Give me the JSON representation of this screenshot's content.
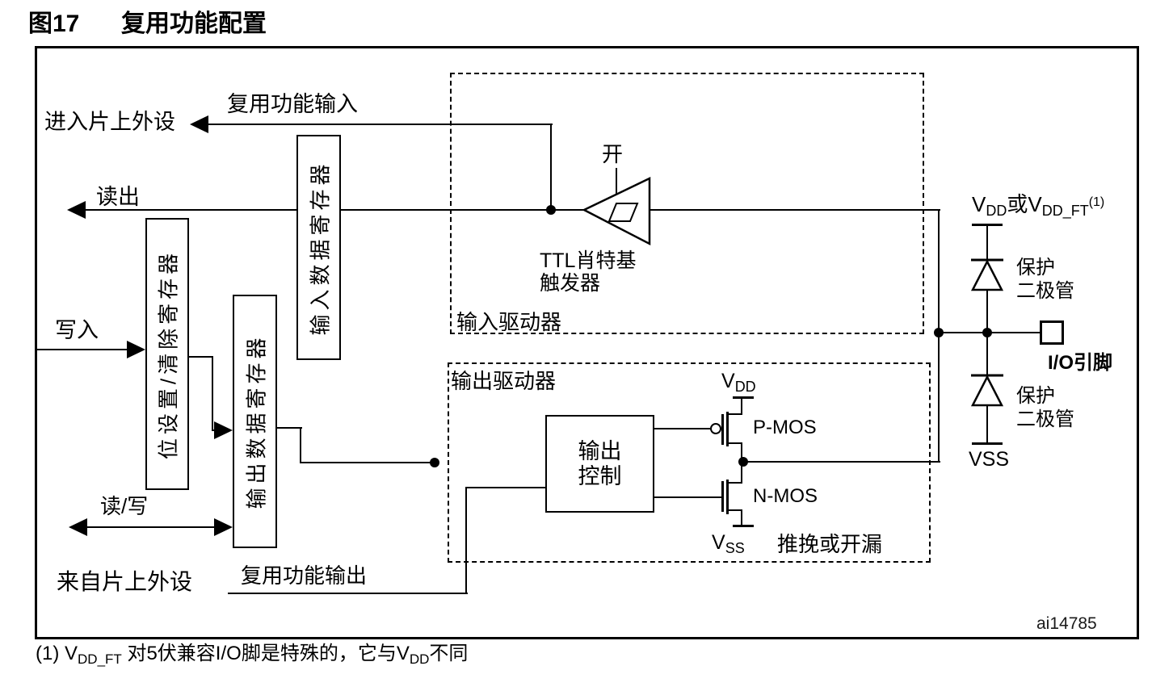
{
  "figure": {
    "number": "图17",
    "title": "复用功能配置",
    "drawing_id": "ai14785"
  },
  "signals": {
    "to_peripheral": "进入片上外设",
    "alt_func_input": "复用功能输入",
    "read": "读出",
    "write": "写入",
    "read_write": "读/写",
    "from_peripheral": "来自片上外设",
    "alt_func_output": "复用功能输出"
  },
  "registers": {
    "bit_set_reset": "位设置/清除寄存器",
    "input_data": "输入数据寄存器",
    "output_data": "输出数据寄存器"
  },
  "input_driver": {
    "label": "输入驱动器",
    "on_label": "开",
    "schmitt_line1": "TTL肖特基",
    "schmitt_line2": "触发器"
  },
  "output_driver": {
    "label": "输出驱动器",
    "control_line1": "输出",
    "control_line2": "控制",
    "pmos": "P-MOS",
    "nmos": "N-MOS",
    "vdd_v": "V",
    "vdd_sub": "DD",
    "vss_v": "V",
    "vss_sub": "SS",
    "mode": "推挽或开漏"
  },
  "pin_network": {
    "rail_v1": "V",
    "rail_sub1": "DD",
    "rail_or": "或",
    "rail_v2": "V",
    "rail_sub2": "DD_FT",
    "rail_sup": "(1)",
    "diode_top_line1": "保护",
    "diode_top_line2": "二极管",
    "diode_bottom_line1": "保护",
    "diode_bottom_line2": "二极管",
    "vss": "VSS",
    "io_pin_io": "I/O",
    "io_pin_text": "引脚"
  },
  "footnote": {
    "p1": "(1) V",
    "sub1": "DD_FT",
    "p2": " 对5伏兼容I/O脚是特殊的，它与V",
    "sub2": "DD",
    "p3": "不同"
  },
  "colors": {
    "ink": "#000000",
    "background": "#ffffff"
  }
}
